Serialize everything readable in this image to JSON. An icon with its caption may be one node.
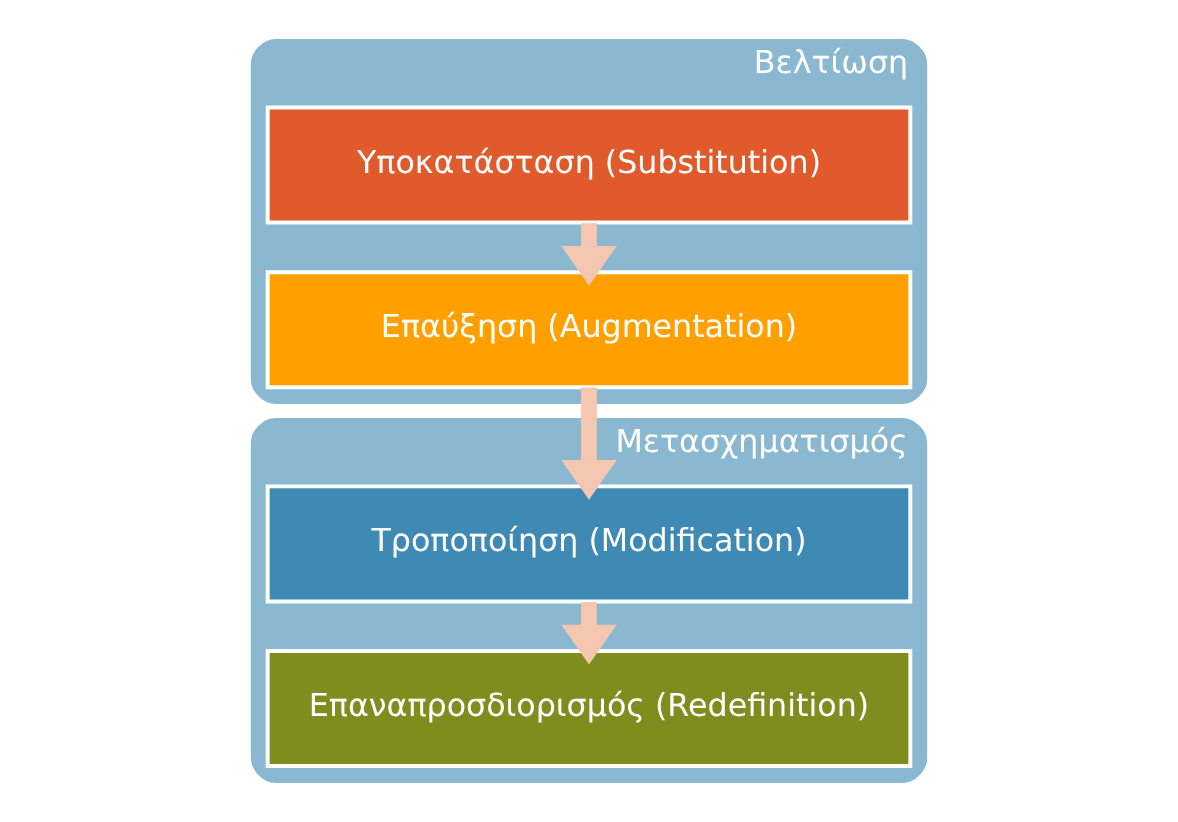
{
  "diagram": {
    "nodes": [
      {
        "text": [
          "Βελτίωση"
        ]
      },
      {
        "text": [
          "Υποκατάσταση (Substitution)"
        ],
        "in": 0
      },
      {
        "text": [
          "Επαύξηση (Augmentation)"
        ],
        "in": 0
      },
      {
        "text": [
          "Μετασχηματισμός"
        ]
      },
      {
        "text": [
          "Τροποποίηση (Modification)"
        ],
        "in": 3
      },
      {
        "text": [
          "Επαναπροσδιορισμός (Redefinition)"
        ],
        "in": 3
      }
    ],
    "edges": [
      {
        "from": 1,
        "to": 2,
        "arrow": "to"
      },
      {
        "from": 2,
        "to": 4,
        "arrow": "to"
      },
      {
        "from": 4,
        "to": 5,
        "arrow": "to"
      }
    ]
  }
}
